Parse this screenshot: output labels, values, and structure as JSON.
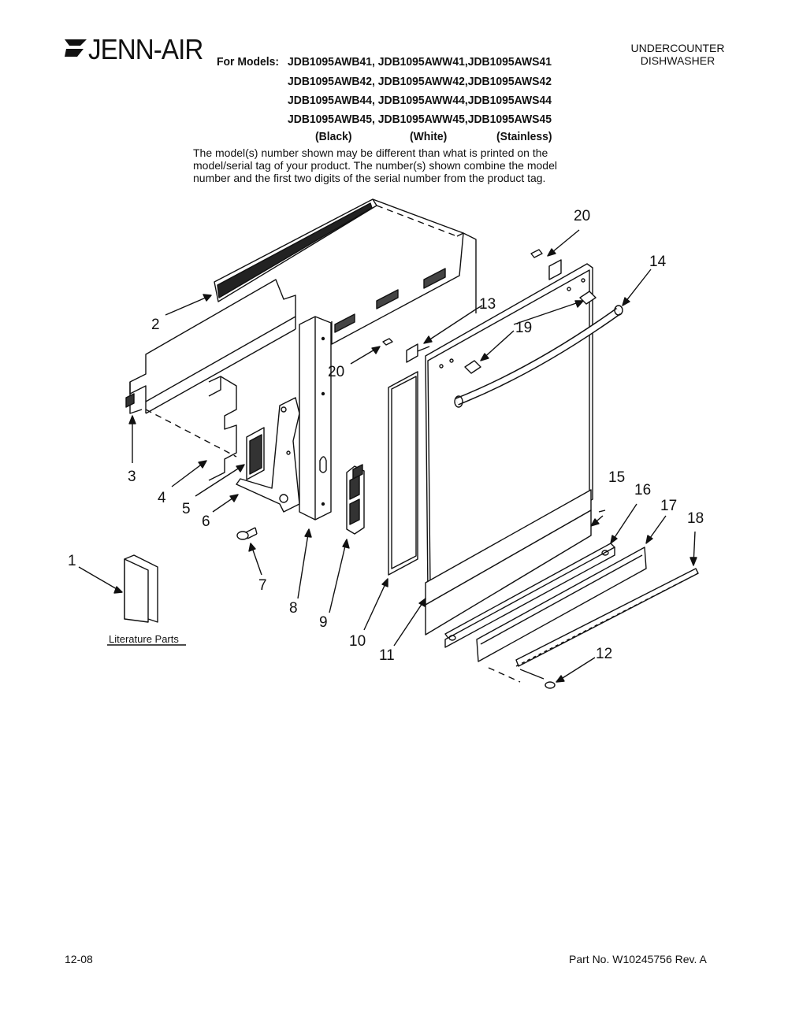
{
  "header": {
    "brand_name": "JENN-AIR",
    "product_type_line1": "UNDERCOUNTER",
    "product_type_line2": "DISHWASHER",
    "models_label": "For Models:",
    "model_rows": [
      "JDB1095AWB41, JDB1095AWW41,JDB1095AWS41",
      "JDB1095AWB42, JDB1095AWW42,JDB1095AWS42",
      "JDB1095AWB44, JDB1095AWW44,JDB1095AWS44",
      "JDB1095AWB45, JDB1095AWW45,JDB1095AWS45"
    ],
    "color_labels": [
      "(Black)",
      "(White)",
      "(Stainless)"
    ]
  },
  "note": {
    "line1": "The model(s) number shown may be different than what is printed on the",
    "line2": "model/serial tag of your product. The number(s) shown combine the model",
    "line3": "number and the first two digits of the serial number from the product tag."
  },
  "diagram": {
    "callouts": [
      "1",
      "2",
      "3",
      "4",
      "5",
      "6",
      "7",
      "8",
      "9",
      "10",
      "11",
      "12",
      "13",
      "14",
      "15",
      "16",
      "17",
      "18",
      "19",
      "20",
      "20"
    ],
    "literature_label": "Literature Parts"
  },
  "footer": {
    "date_code": "12-08",
    "part_number": "Part No. W10245756 Rev. A"
  }
}
